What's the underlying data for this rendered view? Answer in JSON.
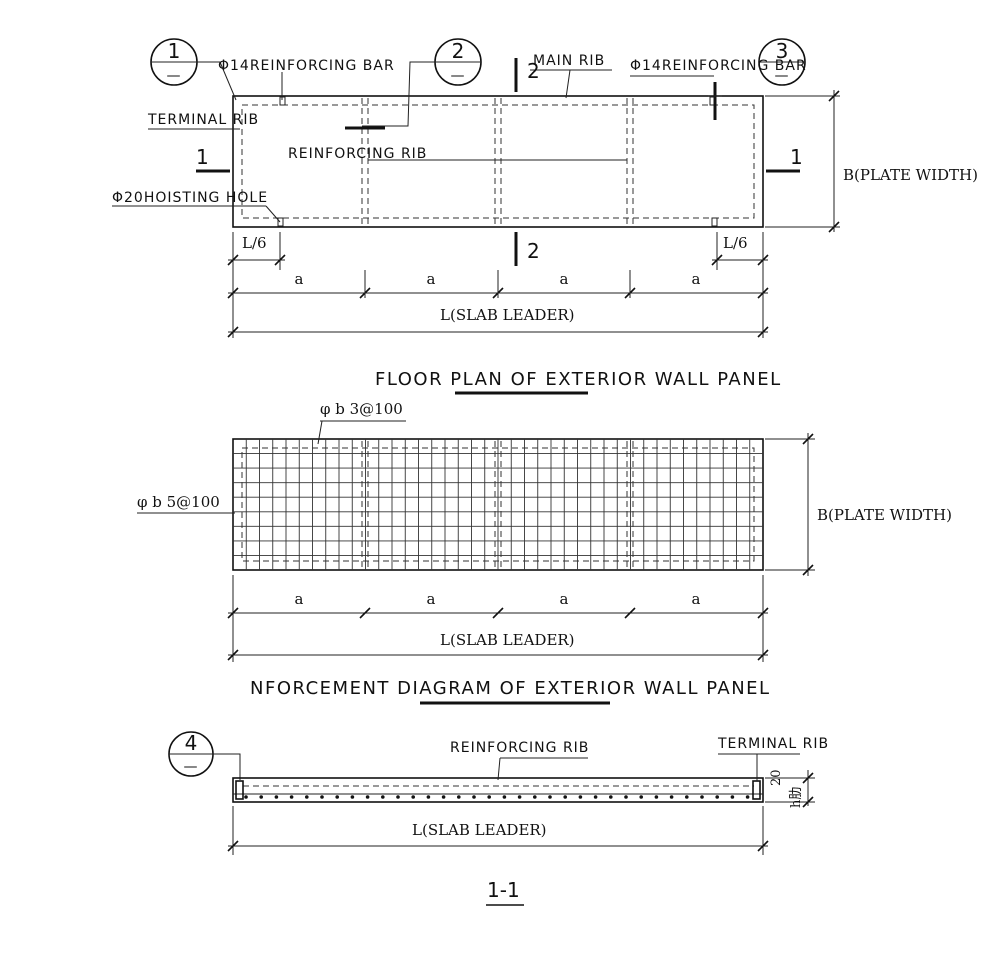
{
  "colors": {
    "ink": "#111111",
    "paper": "#ffffff"
  },
  "plan": {
    "callout_1_num": "1",
    "callout_2_num": "2",
    "callout_3_num": "3",
    "callout_den": "—",
    "bar_left": "Φ14REINFORCING BAR",
    "bar_right": "Φ14REINFORCING BAR",
    "main_rib": "MAIN RIB",
    "terminal_rib": "TERMINAL RIB",
    "reinforcing_rib": "REINFORCING RIB",
    "hoisting_hole": "Φ20HOISTING HOLE",
    "section_1_mark": "1",
    "section_2_mark": "2",
    "width_label": "B(PLATE WIDTH)",
    "dim_l6": "L/6",
    "dim_a": "a",
    "length_label": "L(SLAB LEADER)",
    "title": "FLOOR PLAN OF EXTERIOR WALL PANEL"
  },
  "reinforcement": {
    "top_bar": "φ b 3@100",
    "side_bar": "φ b 5@100",
    "width_label": "B(PLATE WIDTH)",
    "dim_a": "a",
    "length_label": "L(SLAB LEADER)",
    "title": "NFORCEMENT DIAGRAM OF EXTERIOR WALL PANEL"
  },
  "section": {
    "callout_num": "4",
    "callout_den": "—",
    "reinforcing_rib": "REINFORCING RIB",
    "terminal_rib": "TERMINAL RIB",
    "dim_20": "20",
    "dim_h": "h肋",
    "length_label": "L(SLAB LEADER)",
    "title": "1-1"
  }
}
